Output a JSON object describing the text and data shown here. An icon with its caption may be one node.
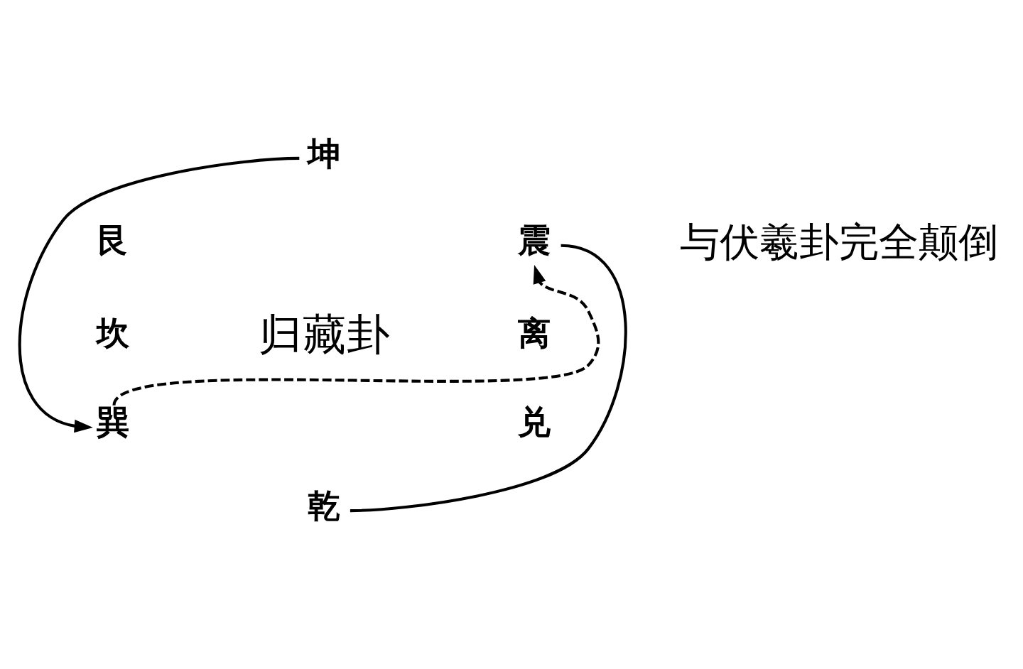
{
  "diagram": {
    "nodes": [
      {
        "text": [
          "坤"
        ]
      },
      {
        "text": [
          "震"
        ]
      },
      {
        "text": [
          "巽"
        ]
      },
      {
        "text": [
          "乾"
        ]
      }
    ],
    "edges": [
      {
        "from": 0,
        "to": 2,
        "arrow": "to"
      },
      {
        "from": 2,
        "to": 1,
        "arrow": "to",
        "style": "dashed"
      },
      {
        "from": 1,
        "to": 3,
        "arrow": "none"
      }
    ],
    "labels": [
      "与伏羲卦完全颠倒",
      "艮",
      "坎",
      "归藏卦",
      "离",
      "兑"
    ]
  }
}
